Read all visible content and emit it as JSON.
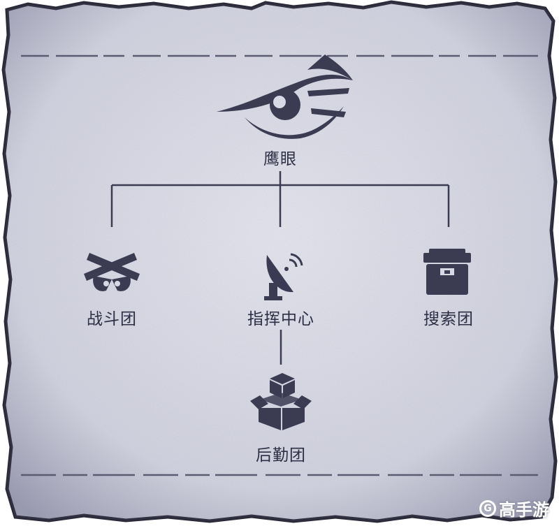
{
  "colors": {
    "paper": "#d8d9e4",
    "ink": "#3b3b52",
    "edge": "#2a2a3a"
  },
  "nodes": {
    "root": {
      "label": "鹰眼",
      "icon": "eye-emblem-icon"
    },
    "combat": {
      "label": "战斗团",
      "icon": "crossed-pistols-icon"
    },
    "command": {
      "label": "指挥中心",
      "icon": "satellite-dish-icon"
    },
    "search": {
      "label": "搜索团",
      "icon": "toolbox-icon"
    },
    "logistics": {
      "label": "后勤团",
      "icon": "cardboard-box-icon"
    }
  },
  "edges": [
    [
      "root",
      "combat"
    ],
    [
      "root",
      "command"
    ],
    [
      "root",
      "search"
    ],
    [
      "command",
      "logistics"
    ]
  ],
  "watermark": {
    "text": "高手游",
    "icon": "g-logo-icon",
    "letter": "G"
  }
}
